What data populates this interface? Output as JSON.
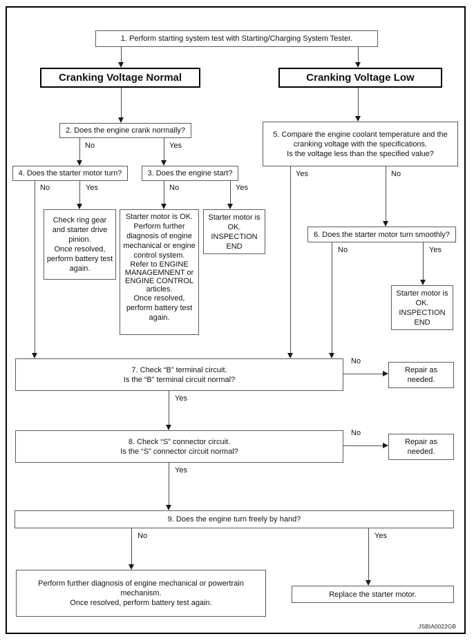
{
  "diagram": {
    "code": "JSBIA0022GB",
    "labels": {
      "yes": "Yes",
      "no": "No"
    },
    "nodes": {
      "step1": {
        "text": "1. Perform starting system test with Starting/Charging System Tester."
      },
      "cranking_voltage_normal": {
        "text": "Cranking Voltage Normal"
      },
      "cranking_voltage_low": {
        "text": "Cranking Voltage Low"
      },
      "step2": {
        "text": "2. Does the engine crank normally?"
      },
      "step4": {
        "text": "4. Does the starter motor turn?"
      },
      "step3": {
        "text": "3. Does the engine start?"
      },
      "check_ring_gear": {
        "line1": "Check ring gear and starter drive pinion.",
        "line2": "Once resolved, perform battery test again."
      },
      "starter_ok_diagnosis": {
        "line1": "Starter motor is OK.",
        "line2": "Perform further diagnosis of engine mechanical or engine control system.",
        "line3": "Refer to ENGINE MANAGEMNENT or ENGINE CONTROL articles.",
        "line4": "Once resolved, perform battery test again."
      },
      "inspection_end_left": {
        "line1": "Starter motor is OK.",
        "line2": "INSPECTION END"
      },
      "step5": {
        "line1": "5. Compare the engine coolant temperature and the cranking voltage with the specifications.",
        "line2": "Is the voltage less than the specified value?"
      },
      "step6": {
        "text": "6. Does the starter motor turn smoothly?"
      },
      "inspection_end_right": {
        "line1": "Starter motor is OK.",
        "line2": "INSPECTION END"
      },
      "step7": {
        "line1": "7. Check “B” terminal circuit.",
        "line2": "Is the “B” terminal circuit normal?"
      },
      "repair_b": {
        "text": "Repair as needed."
      },
      "step8": {
        "line1": "8. Check “S” connector circuit.",
        "line2": "Is the “S” connector circuit normal?"
      },
      "repair_s": {
        "text": "Repair as needed."
      },
      "step9": {
        "text": "9. Does the engine turn freely by hand?"
      },
      "powertrain_diagnosis": {
        "line1": "Perform further diagnosis of engine mechanical or powertrain mechanism.",
        "line2": "Once resolved, perform battery test again."
      },
      "replace_starter": {
        "text": "Replace the starter motor."
      }
    }
  }
}
